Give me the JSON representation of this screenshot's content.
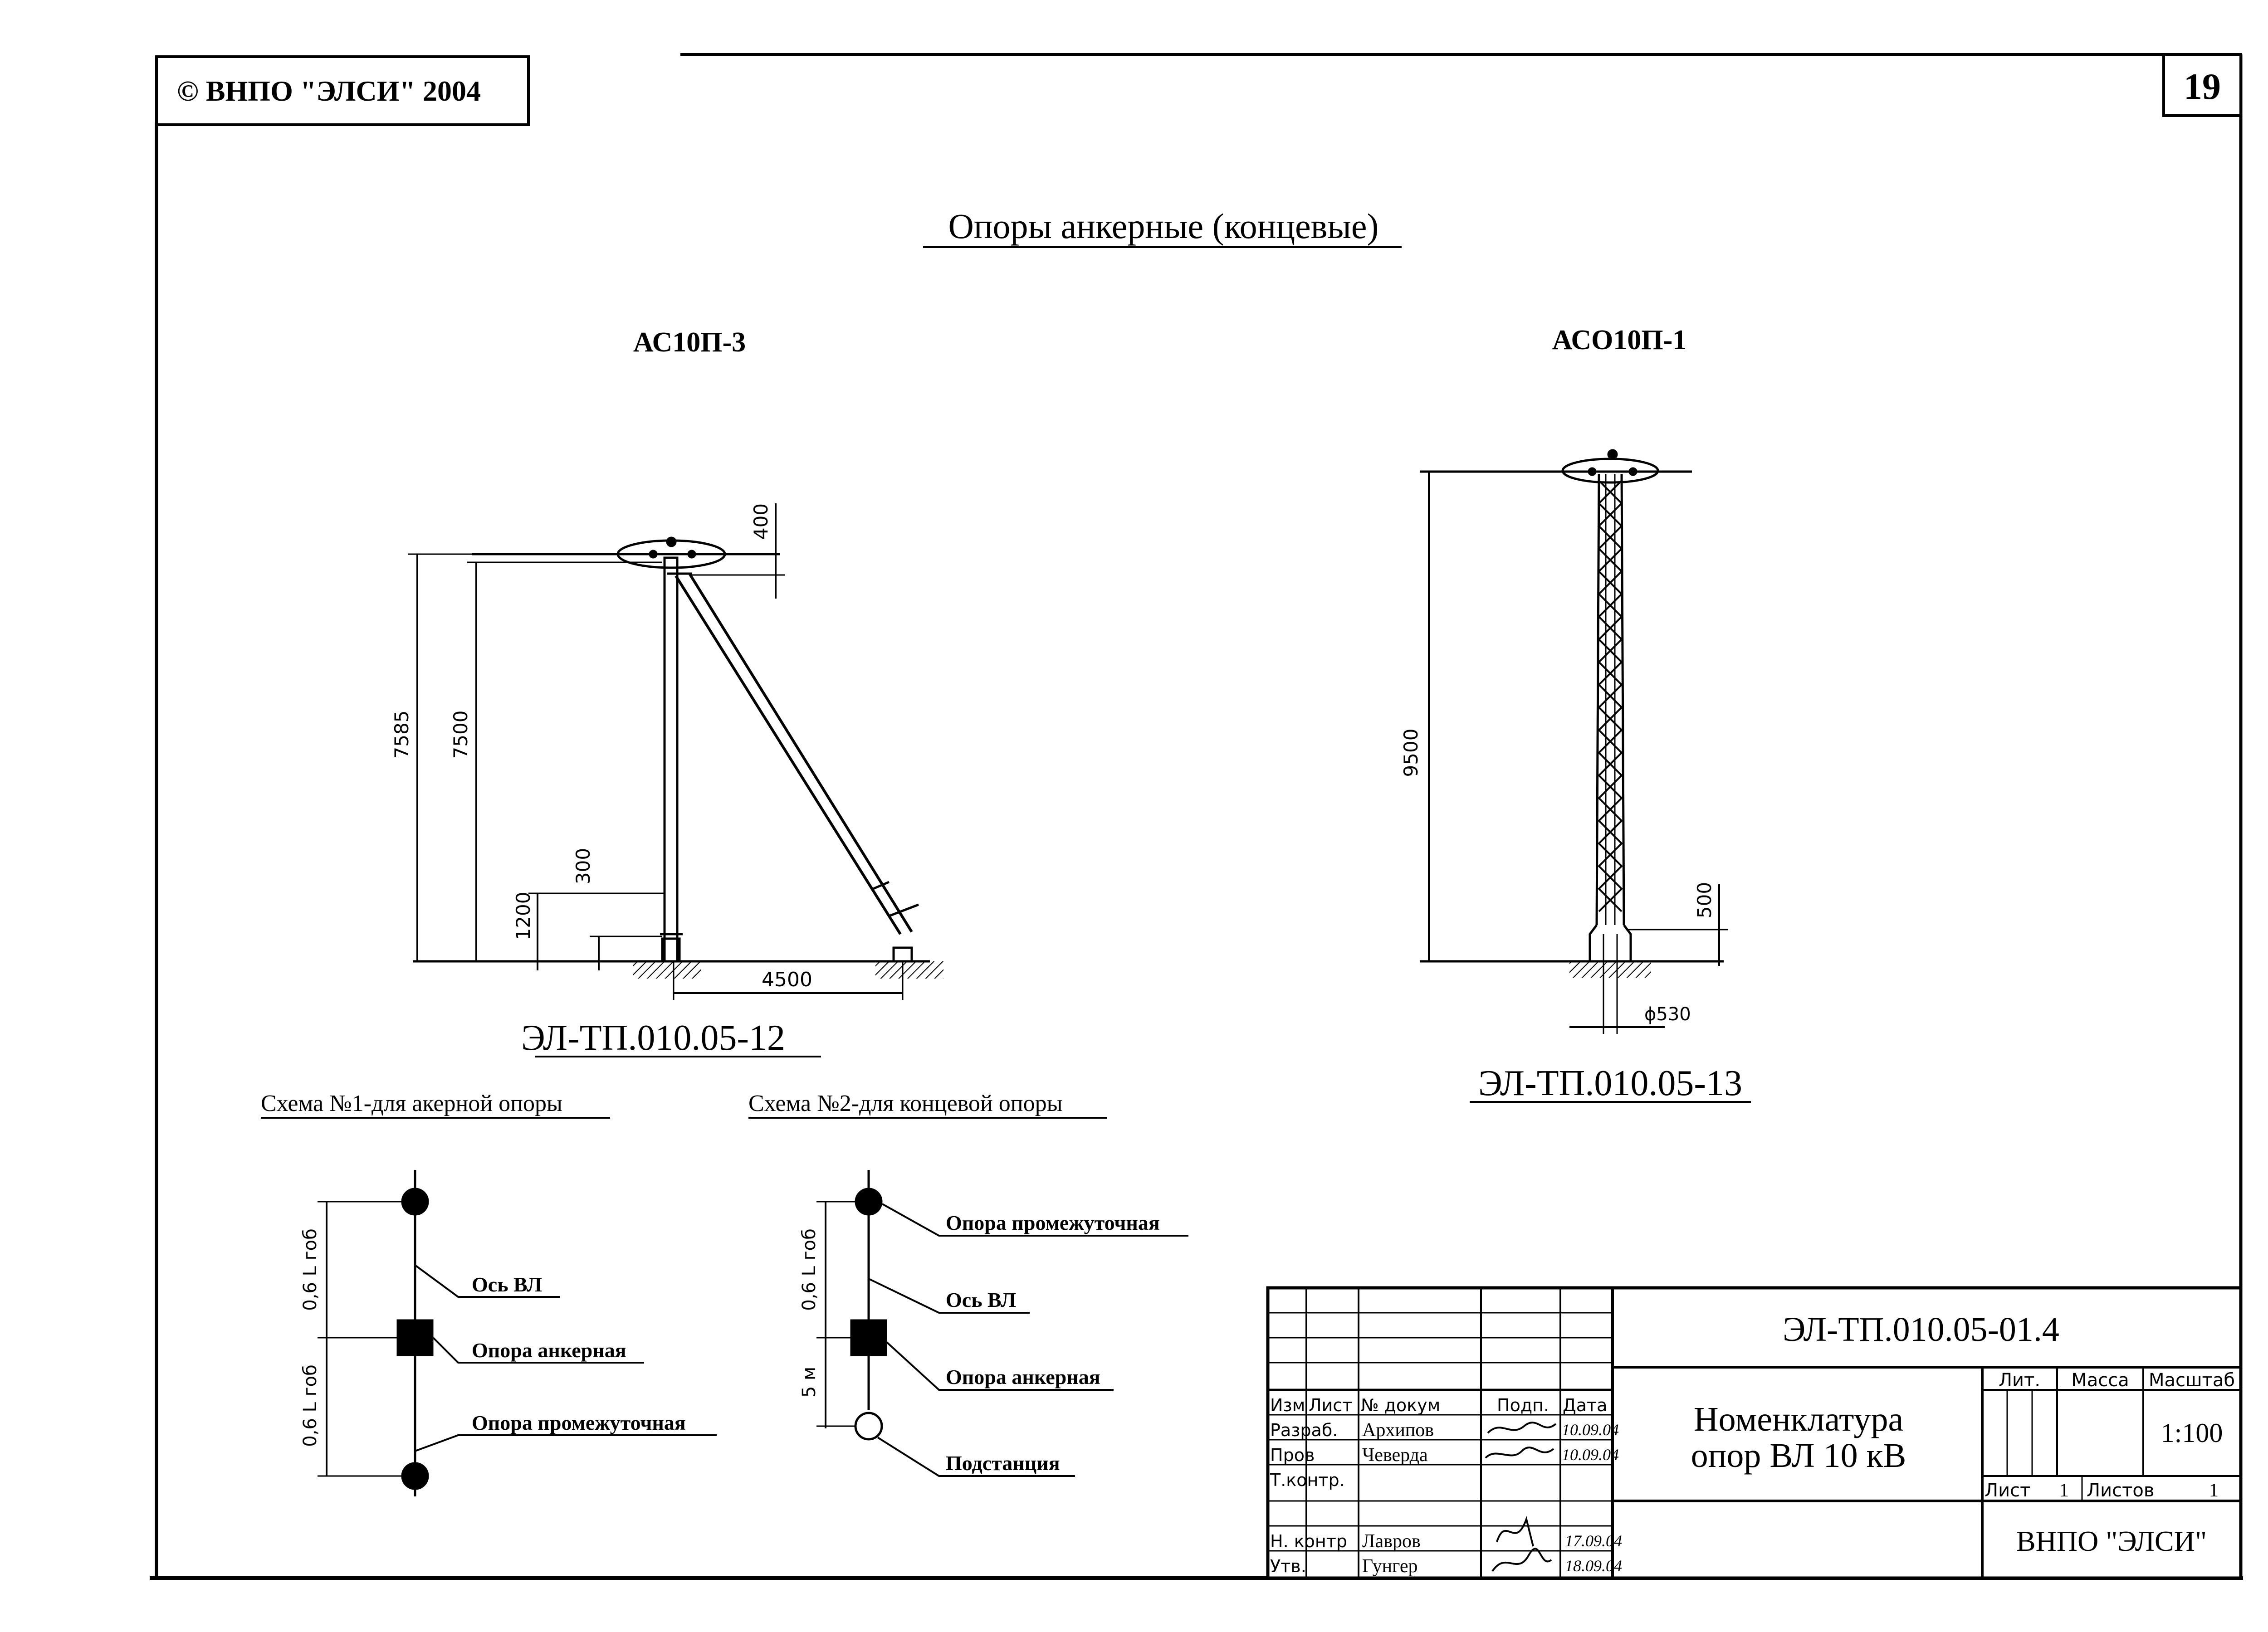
{
  "header": {
    "copyright": "© ВНПО \"ЭЛСИ\" 2004",
    "page_number": "19"
  },
  "drawing": {
    "title": "Опоры анкерные (концевые)",
    "left_support": {
      "label": "АС10П-3",
      "code": "ЭЛ-ТП.010.05-12",
      "dims": {
        "d7585": "7585",
        "d7500": "7500",
        "d400": "400",
        "d300": "300",
        "d1200": "1200",
        "d4500": "4500"
      }
    },
    "right_support": {
      "label": "АСО10П-1",
      "code": "ЭЛ-ТП.010.05-13",
      "dims": {
        "d9500": "9500",
        "d500": "500",
        "d530": "ϕ530"
      }
    }
  },
  "schemes": {
    "scheme1": {
      "title": "Схема №1-для акерной опоры",
      "dim_top": "0,6 L гоб",
      "dim_bottom": "0,6 L гоб",
      "label_axis": "Ось ВЛ",
      "label_anchor": "Опора анкерная",
      "label_intermediate": "Опора промежуточная"
    },
    "scheme2": {
      "title": "Схема №2-для концевой опоры",
      "dim_top": "0,6 L гоб",
      "dim_bottom": "5 м",
      "label_intermediate": "Опора промежуточная",
      "label_axis": "Ось ВЛ",
      "label_anchor": "Опора анкерная",
      "label_substation": "Подстанция"
    }
  },
  "title_block": {
    "doc_code": "ЭЛ-ТП.010.05-01.4",
    "name_line1": "Номенклатура",
    "name_line2": "опор ВЛ 10 кВ",
    "col_izm": "Изм",
    "col_list": "Лист",
    "col_doc": "№ докум",
    "col_sign": "Подп.",
    "col_date": "Дата",
    "row_razrab": "Разраб.",
    "row_prov": "Пров",
    "row_tkontr": "Т.контр.",
    "row_nkontr": "Н. контр",
    "row_utv": "Утв.",
    "name_razrab": "Архипов",
    "name_prov": "Чеверда",
    "name_nkontr": "Лавров",
    "name_utv": "Гунгер",
    "date_razrab": "10.09.04",
    "date_prov": "10.09.04",
    "date_nkontr": "17.09.04",
    "date_utv": "18.09.04",
    "lit_label": "Лит.",
    "mass_label": "Масса",
    "scale_label": "Масштаб",
    "scale_value": "1:100",
    "sheet_label": "Лист",
    "sheet_value": "1",
    "sheets_label": "Листов",
    "sheets_value": "1",
    "organization": "ВНПО \"ЭЛСИ\""
  }
}
